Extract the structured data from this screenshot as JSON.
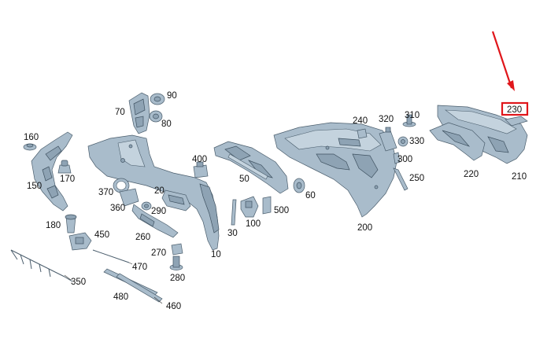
{
  "diagram": {
    "labels": [
      "90",
      "70",
      "80",
      "160",
      "150",
      "170",
      "180",
      "450",
      "350",
      "400",
      "370",
      "20",
      "360",
      "290",
      "260",
      "270",
      "280",
      "470",
      "480",
      "460",
      "50",
      "30",
      "100",
      "500",
      "60",
      "240",
      "320",
      "310",
      "330",
      "300",
      "250",
      "200",
      "230",
      "220",
      "210",
      "10"
    ],
    "highlighted_label": "230",
    "highlight_color": "#e0161b",
    "part_color": "#a9bccb"
  }
}
